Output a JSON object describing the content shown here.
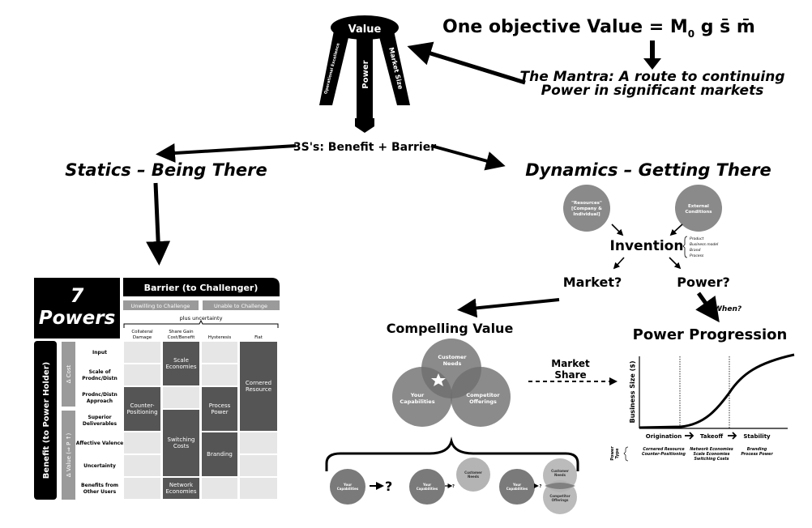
{
  "title": {
    "prefix": "One objective Value = M",
    "subscript": "0",
    "suffix": " g s̄ m̄"
  },
  "mantra": {
    "line1": "The Mantra: A route to continuing",
    "line2": "Power in significant markets"
  },
  "stool": {
    "seat": "Value",
    "legs": [
      "Operational Excellence",
      "Power",
      "Market Size"
    ]
  },
  "three_s": "3S's: Benefit + Barrier",
  "statics_title": "Statics – Being There",
  "dynamics_title": "Dynamics – Getting There",
  "seven_powers": {
    "title_line1": "7",
    "title_line2": "Powers",
    "barrier_header": "Barrier (to Challenger)",
    "barrier_groups": [
      "Unwilling to Challenge",
      "Unable to Challenge"
    ],
    "plus_uncertainty": "plus uncertainty",
    "columns": [
      [
        "Collateral",
        "Damage"
      ],
      [
        "Share Gain",
        "Cost/Benefit"
      ],
      [
        "Hysteresis"
      ],
      [
        "Fiat"
      ]
    ],
    "benefit_header": "Benefit (to Power Holder)",
    "benefit_groups": [
      "Δ Cost",
      "Δ Value (⇒ P ↑)"
    ],
    "rows": [
      [
        "Input"
      ],
      [
        "Scale of",
        "Prodnc/Distn"
      ],
      [
        "Prodnc/Distn",
        "Approach"
      ],
      [
        "Superior",
        "Deliverables"
      ],
      [
        "Affective Valence"
      ],
      [
        "Uncertainty"
      ],
      [
        "Benefits from",
        "Other Users"
      ]
    ],
    "powers": [
      {
        "name": [
          "Scale",
          "Economies"
        ],
        "col": 1,
        "rows": [
          0,
          1
        ]
      },
      {
        "name": [
          "Cornered",
          "Resource"
        ],
        "col": 3,
        "rows": [
          0,
          3
        ]
      },
      {
        "name": [
          "Counter-",
          "Positioning"
        ],
        "col": 0,
        "rows": [
          2,
          3
        ]
      },
      {
        "name": [
          "Process",
          "Power"
        ],
        "col": 2,
        "rows": [
          2,
          3
        ]
      },
      {
        "name": [
          "Switching",
          "Costs"
        ],
        "col": 1,
        "rows": [
          3,
          5
        ]
      },
      {
        "name": [
          "Branding"
        ],
        "col": 2,
        "rows": [
          4,
          5
        ]
      },
      {
        "name": [
          "Network",
          "Economies"
        ],
        "col": 1,
        "rows": [
          6,
          6
        ]
      }
    ]
  },
  "dynamics": {
    "resources": [
      "\"Resources\"",
      "[Company &",
      "Individual]"
    ],
    "external": [
      "External",
      "Conditions"
    ],
    "invention": "Invention",
    "invention_types": [
      "Product",
      "Business model",
      "Brand",
      "Process"
    ],
    "market_q": "Market?",
    "power_q": "Power?",
    "when_q": "When?"
  },
  "compelling_value": {
    "title": "Compelling Value",
    "circles": {
      "customer": [
        "Customer",
        "Needs"
      ],
      "yours": [
        "Your",
        "Capabilities"
      ],
      "competitor": [
        "Competitor",
        "Offerings"
      ]
    },
    "market_share": [
      "Market",
      "Share"
    ]
  },
  "bottom": {
    "your_capabilities": [
      "Your",
      "Capabilities"
    ],
    "customer_needs": [
      "Customer",
      "Needs"
    ],
    "competitor_offerings": [
      "Competitor",
      "Offerings"
    ],
    "question": "?"
  },
  "power_progression": {
    "title": "Power Progression",
    "ylabel": "Business Size ($)",
    "stages": [
      "Origination",
      "Takeoff",
      "Stability"
    ],
    "power_type_label": [
      "Power",
      "Type"
    ],
    "stage_powers": [
      [
        "Cornered Resource",
        "Counter-Positioning"
      ],
      [
        "Network Economies",
        "Scale Economies",
        "Switching Costs"
      ],
      [
        "Branding",
        "Process Power"
      ]
    ]
  },
  "colors": {
    "black": "#000000",
    "dark_gray": "#555555",
    "mid_gray": "#8a8a8a",
    "light_gray": "#b4b4b4",
    "cell": "#e6e6e6",
    "band": "#9a9a9a"
  }
}
